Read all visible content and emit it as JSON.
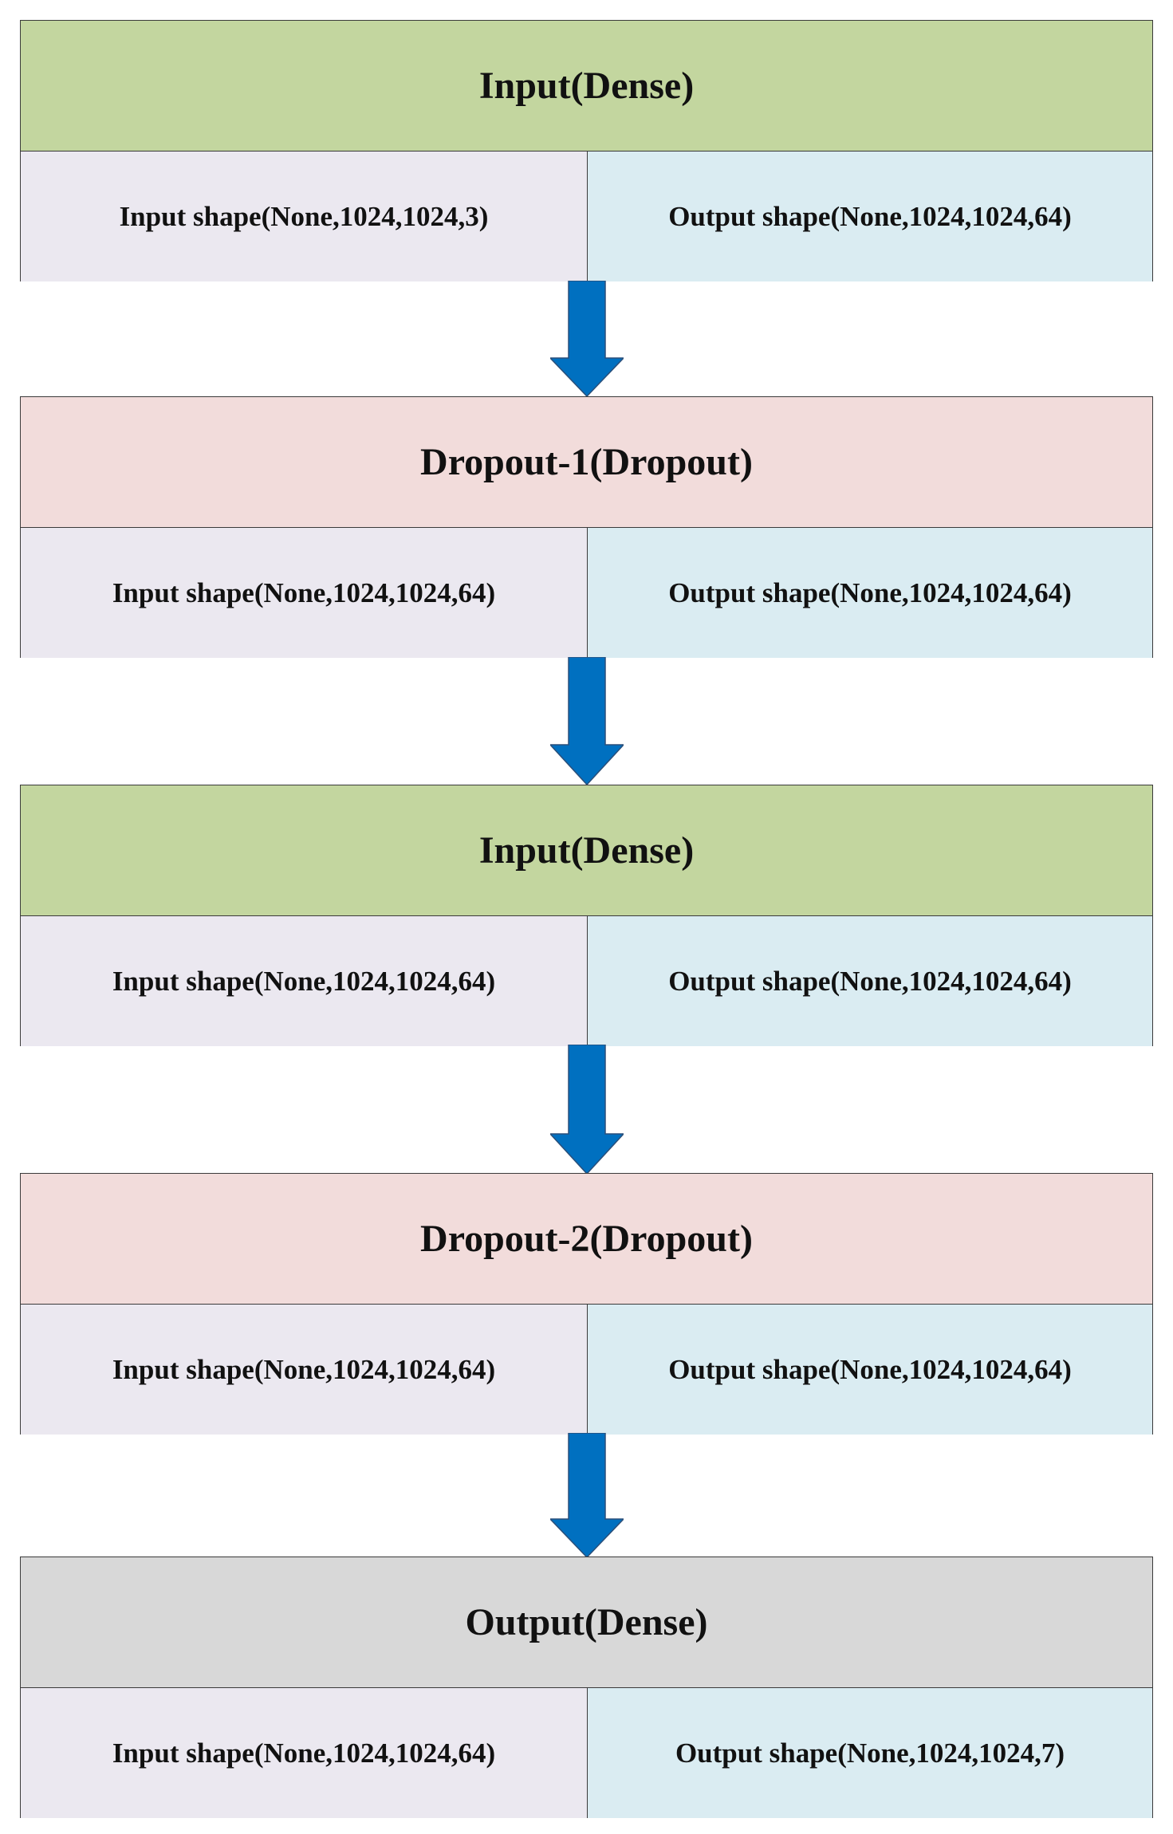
{
  "colors": {
    "dense": "#c3d69f",
    "dropout": "#f2dcdb",
    "output": "#d8d8d8",
    "input_cell": "#ebe8f0",
    "output_cell": "#daecf2",
    "arrow": "#0070c0"
  },
  "layers": [
    {
      "title": "Input(Dense)",
      "kind": "dense",
      "input_shape": "Input shape(None,1024,1024,3)",
      "output_shape": "Output shape(None,1024,1024,64)"
    },
    {
      "title": "Dropout-1(Dropout)",
      "kind": "dropout",
      "input_shape": "Input shape(None,1024,1024,64)",
      "output_shape": "Output shape(None,1024,1024,64)"
    },
    {
      "title": "Input(Dense)",
      "kind": "dense",
      "input_shape": "Input shape(None,1024,1024,64)",
      "output_shape": "Output shape(None,1024,1024,64)"
    },
    {
      "title": "Dropout-2(Dropout)",
      "kind": "dropout",
      "input_shape": "Input shape(None,1024,1024,64)",
      "output_shape": "Output shape(None,1024,1024,64)"
    },
    {
      "title": "Output(Dense)",
      "kind": "output",
      "input_shape": "Input shape(None,1024,1024,64)",
      "output_shape": "Output shape(None,1024,1024,7)"
    }
  ]
}
